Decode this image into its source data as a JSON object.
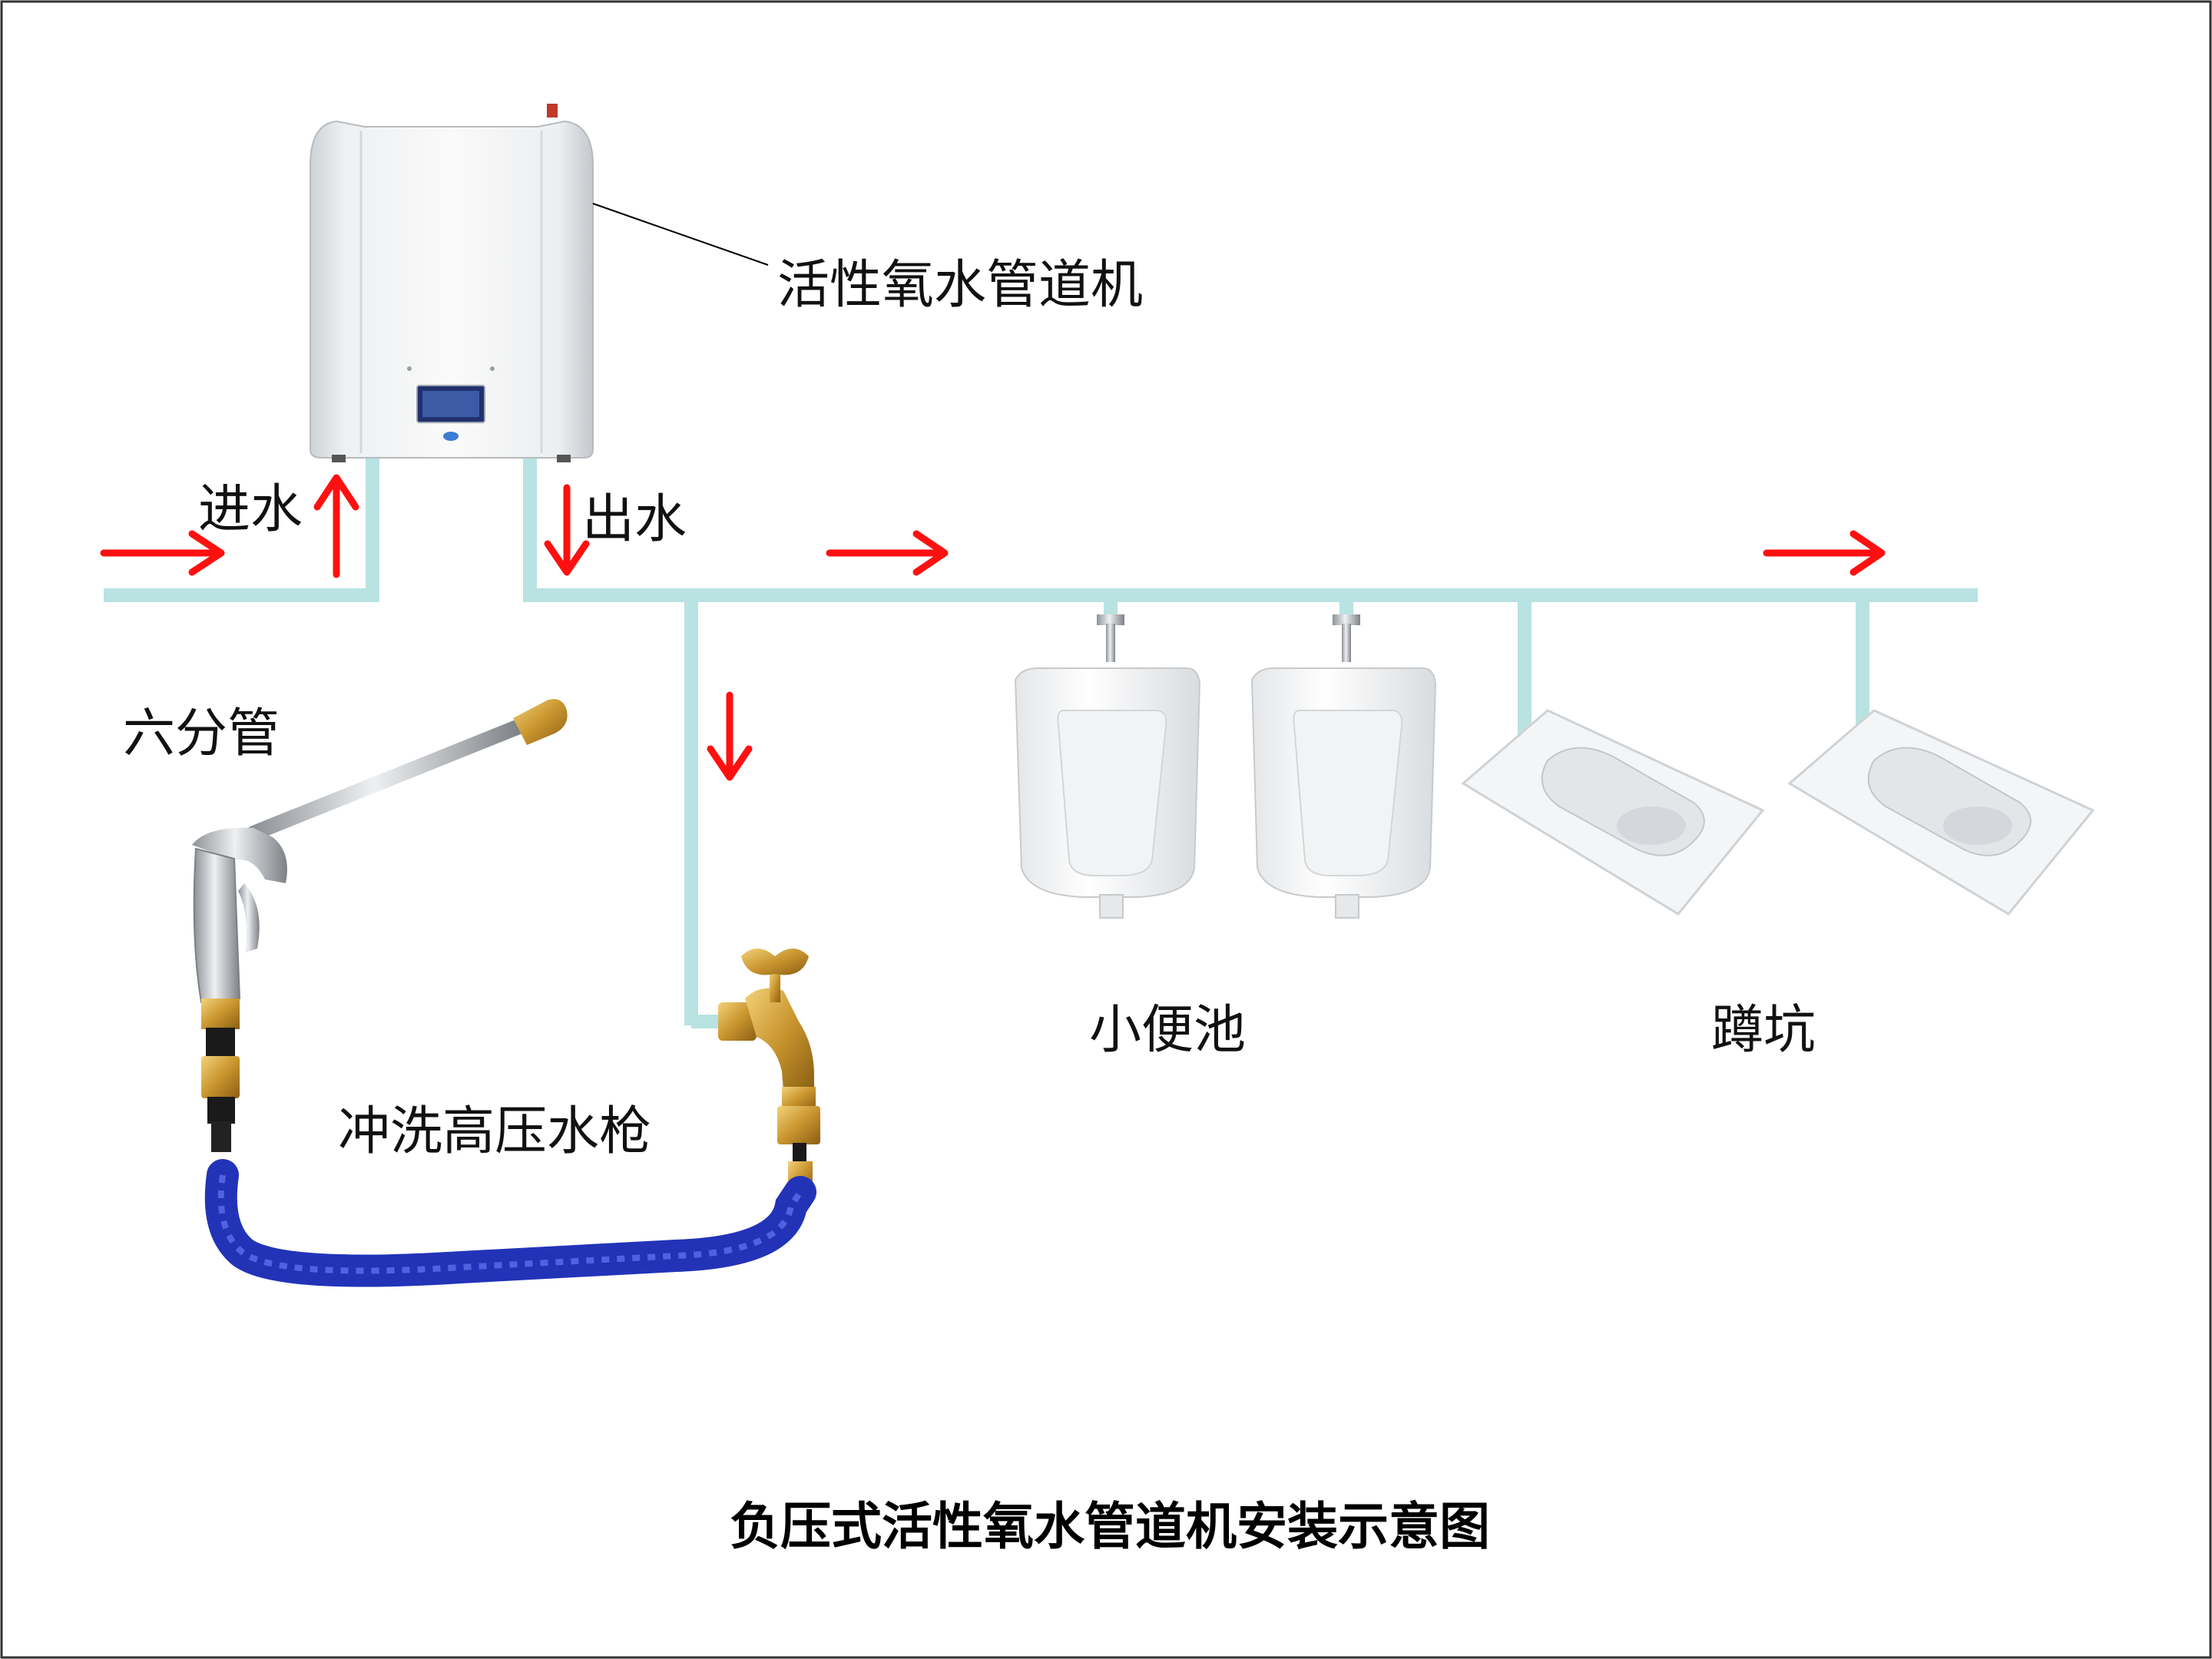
{
  "labels": {
    "machine": "活性氧水管道机",
    "inlet": "进水",
    "outlet": "出水",
    "pipe_size": "六分管",
    "urinal": "小便池",
    "squat_toilet": "蹲坑",
    "spray_gun": "冲洗高压水枪"
  },
  "title": "负压式活性氧水管道机安装示意图",
  "colors": {
    "pipe": "#b9e2e3",
    "arrow": "#ff1010",
    "hose": "#2233b8",
    "brass": "#c9952e",
    "border": "#333333"
  },
  "icons": [
    "wall-mounted-machine",
    "urinal",
    "squat-toilet",
    "faucet",
    "spray-gun",
    "hose"
  ]
}
